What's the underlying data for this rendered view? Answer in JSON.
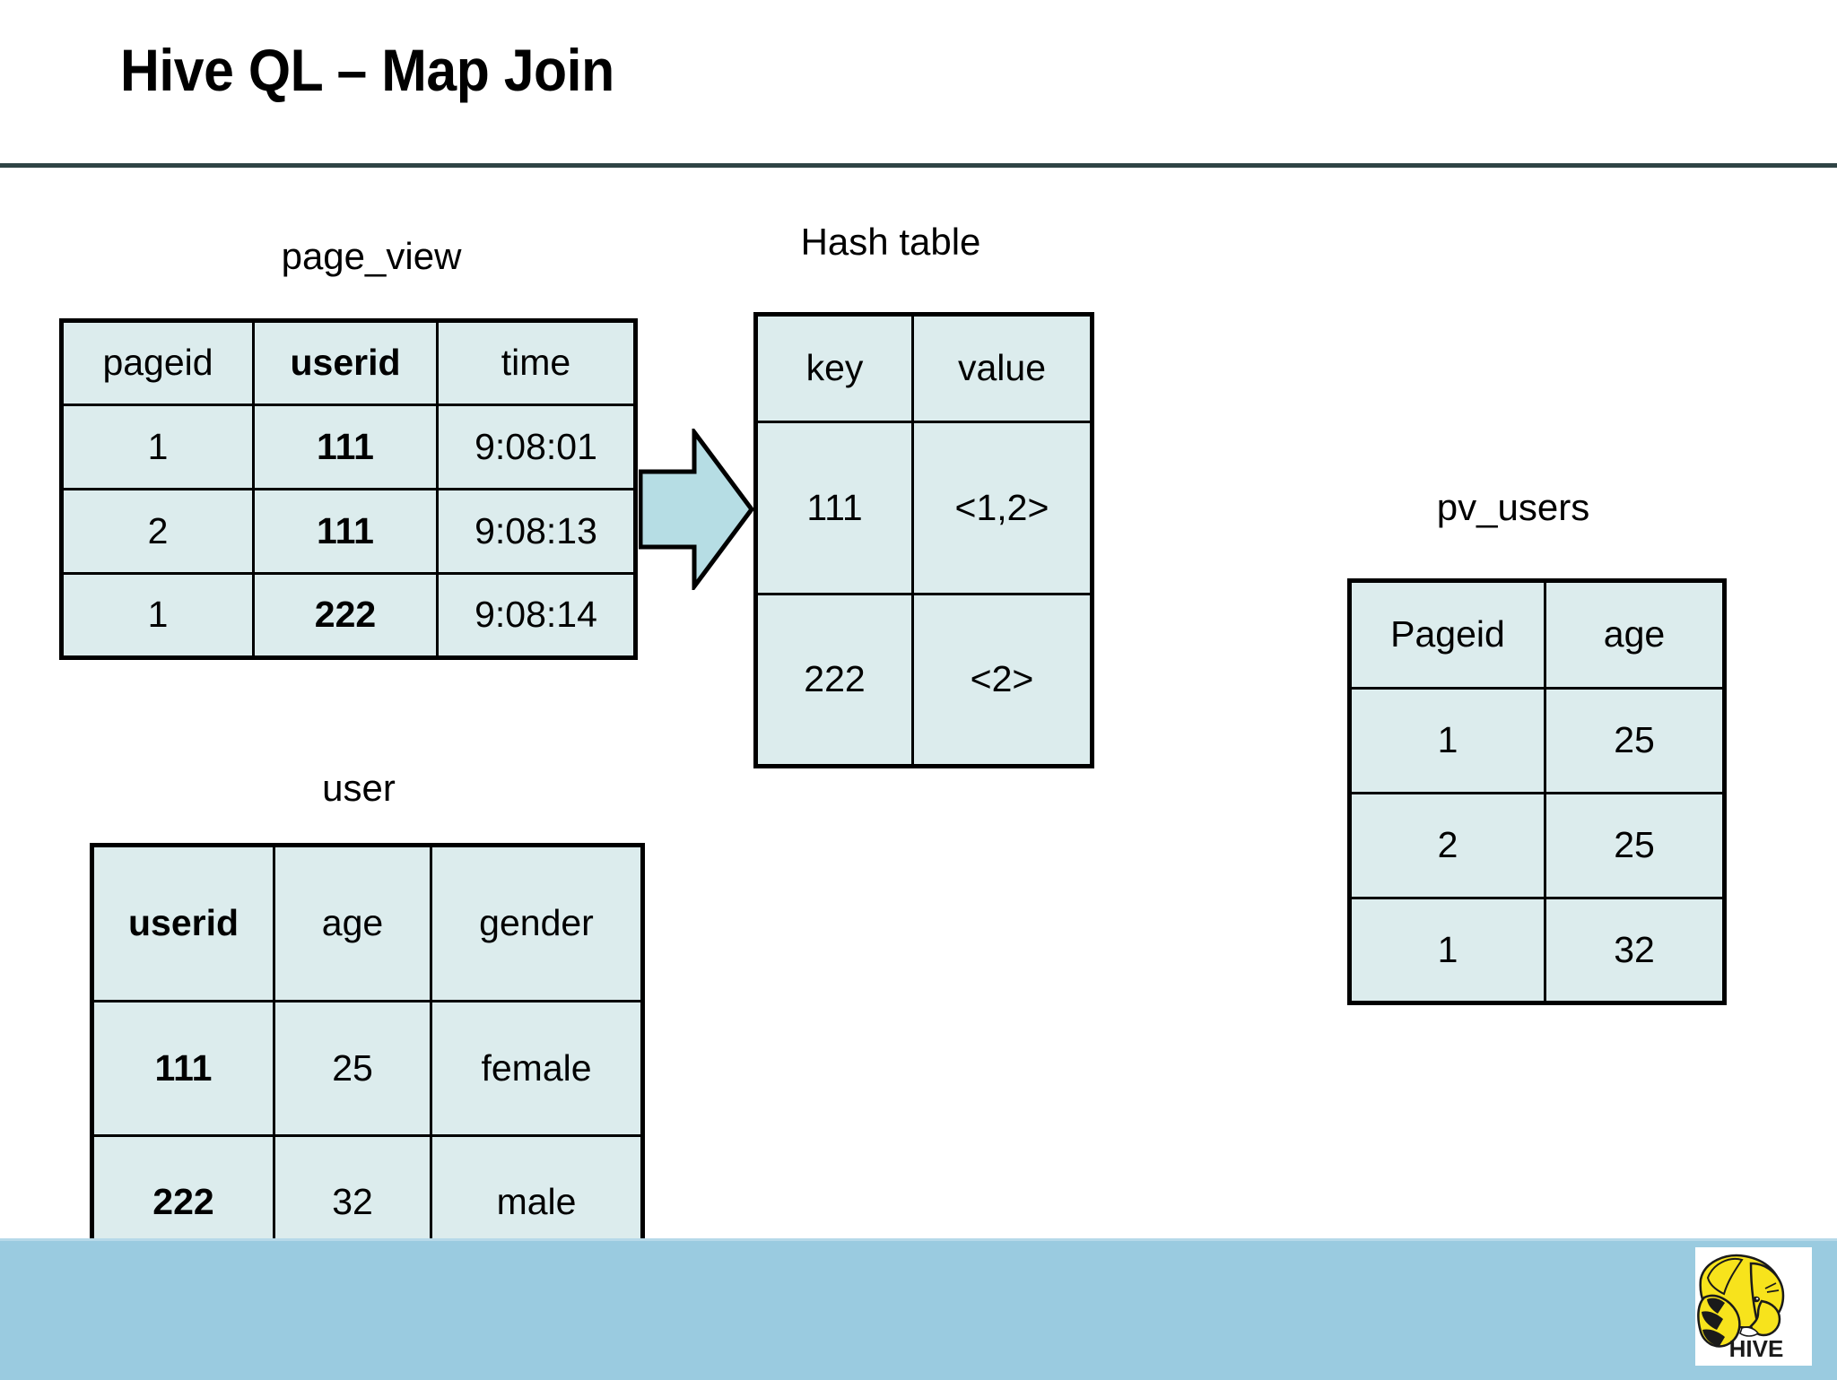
{
  "slide": {
    "title": "Hive QL – Map Join",
    "colors": {
      "cell_fill": "#dceced",
      "table_border": "#000000",
      "rule": "#2f4445",
      "footer_bar": "#9acbe0",
      "arrow_fill": "#b6dde4",
      "logo_yellow": "#f7e31c"
    }
  },
  "tables": {
    "page_view": {
      "caption": "page_view",
      "headers": [
        "pageid",
        "userid",
        "time"
      ],
      "header_bold": [
        false,
        true,
        false
      ],
      "rows": [
        [
          "1",
          "111",
          "9:08:01"
        ],
        [
          "2",
          "111",
          "9:08:13"
        ],
        [
          "1",
          "222",
          "9:08:14"
        ]
      ],
      "bold_columns": [
        false,
        true,
        false
      ]
    },
    "hash_table": {
      "caption": "Hash table",
      "headers": [
        "key",
        "value"
      ],
      "header_bold": [
        false,
        false
      ],
      "rows": [
        [
          "111",
          "<1,2>"
        ],
        [
          "222",
          "<2>"
        ]
      ],
      "bold_columns": [
        false,
        false
      ]
    },
    "user": {
      "caption": "user",
      "headers": [
        "userid",
        "age",
        "gender"
      ],
      "header_bold": [
        true,
        false,
        false
      ],
      "rows": [
        [
          "111",
          "25",
          "female"
        ],
        [
          "222",
          "32",
          "male"
        ]
      ],
      "bold_columns": [
        true,
        false,
        false
      ]
    },
    "pv_users": {
      "caption": "pv_users",
      "headers": [
        "Pageid",
        "age"
      ],
      "header_bold": [
        false,
        false
      ],
      "rows": [
        [
          "1",
          "25"
        ],
        [
          "2",
          "25"
        ],
        [
          "1",
          "32"
        ]
      ],
      "bold_columns": [
        false,
        false
      ]
    }
  },
  "arrow": {
    "name": "flow-arrow-right",
    "direction": "right"
  },
  "footer": {
    "logo_text": "HIVE"
  }
}
